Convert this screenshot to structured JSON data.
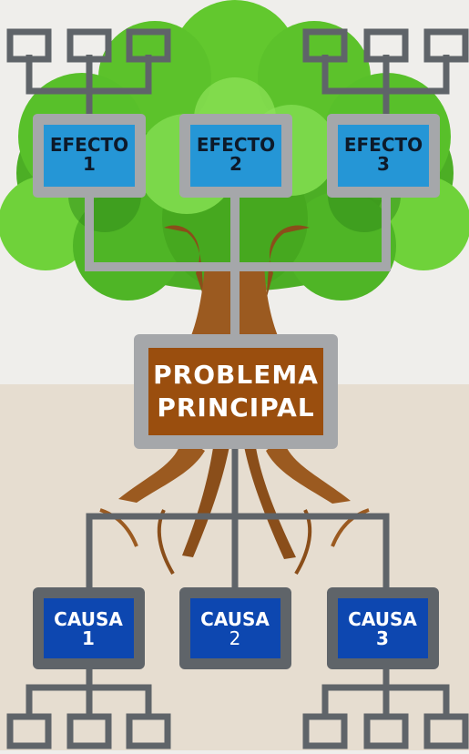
{
  "effects": [
    {
      "title": "EFECTO",
      "number": "1"
    },
    {
      "title": "EFECTO",
      "number": "2"
    },
    {
      "title": "EFECTO",
      "number": "3"
    }
  ],
  "problem": {
    "line1": "PROBLEMA",
    "line2": "PRINCIPAL"
  },
  "causes": [
    {
      "title": "CAUSA",
      "number": "1"
    },
    {
      "title": "CAUSA",
      "number": "2"
    },
    {
      "title": "CAUSA",
      "number": "3"
    }
  ],
  "colors": {
    "sky": "#efeeeb",
    "ground": "#e6ddd0",
    "connector": "#5f6469",
    "effect_frame": "#a5a7aa",
    "effect_fill": "#2596d6",
    "problem_frame": "#a5a7aa",
    "problem_fill": "#9a4e0e",
    "cause_frame": "#5f6469",
    "cause_fill": "#0d47b0",
    "foliage": "#57c22a",
    "foliage_dark": "#2f8a18",
    "trunk": "#9b5a20"
  }
}
